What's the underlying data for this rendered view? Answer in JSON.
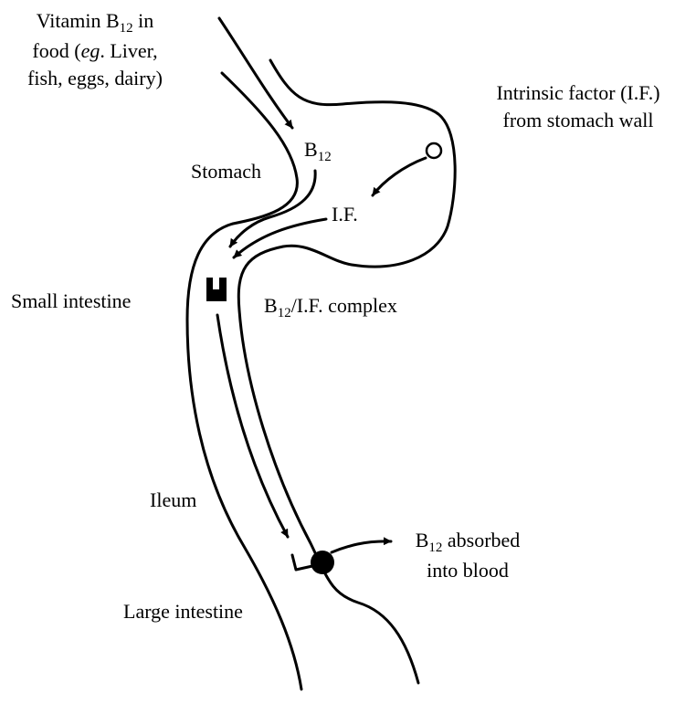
{
  "labels": {
    "vitamin_food": {
      "line1_pre": "Vitamin B",
      "line1_sub": "12",
      "line1_post": " in",
      "line2_pre": "food (",
      "line2_italic": "eg",
      "line2_post": ". Liver,",
      "line3": "fish, eggs, dairy)"
    },
    "intrinsic_factor": {
      "line1": "Intrinsic factor (I.F.)",
      "line2": "from stomach wall"
    },
    "b12_arrow": {
      "pre": "B",
      "sub": "12"
    },
    "stomach": "Stomach",
    "if_label": "I.F.",
    "small_intestine": "Small intestine",
    "complex": {
      "pre": "B",
      "sub": "12",
      "post": "/I.F. complex"
    },
    "ileum": "Ileum",
    "absorbed": {
      "line1_pre": "B",
      "line1_sub": "12",
      "line1_post": " absorbed",
      "line2": "into blood"
    },
    "large_intestine": "Large intestine"
  },
  "colors": {
    "stroke": "#000000",
    "background": "#ffffff"
  }
}
